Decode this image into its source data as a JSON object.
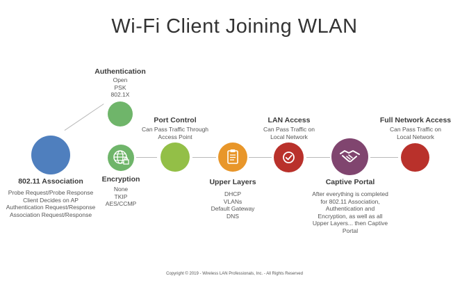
{
  "title": "Wi-Fi Client Joining WLAN",
  "colors": {
    "blue": "#4f7fbe",
    "green": "#6fb56a",
    "light_green": "#93bf47",
    "orange": "#e8962a",
    "red": "#b9312b",
    "purple": "#80456f",
    "line": "#b9b9b9"
  },
  "stages": {
    "association": {
      "heading": "802.11 Association",
      "lines": [
        "Probe Request/Probe Response",
        "Client Decides on AP",
        "Authentication Request/Response",
        "Association Request/Response"
      ]
    },
    "authentication": {
      "heading": "Authentication",
      "lines": [
        "Open",
        "PSK",
        "802.1X"
      ]
    },
    "encryption": {
      "heading": "Encryption",
      "icon": "globe-lock-icon",
      "lines": [
        "None",
        "TKIP",
        "AES/CCMP"
      ]
    },
    "port_control": {
      "heading": "Port Control",
      "lines": [
        "Can Pass Traffic Through",
        "Access Point"
      ]
    },
    "upper_layers": {
      "heading": "Upper Layers",
      "icon": "clipboard-icon",
      "lines": [
        "DHCP",
        "VLANs",
        "Default Gateway",
        "DNS"
      ]
    },
    "lan_access": {
      "heading": "LAN Access",
      "icon": "checkmark-icon",
      "lines": [
        "Can Pass Traffic on",
        "Local Network"
      ]
    },
    "captive_portal": {
      "heading": "Captive Portal",
      "icon": "handshake-icon",
      "lines": [
        "After everything is completed",
        "for 802.11 Association,",
        "Authentication and",
        "Encryption, as well as all",
        "Upper Layers... then Captive",
        "Portal"
      ]
    },
    "full_network_access": {
      "heading": "Full Network Access",
      "lines": [
        "Can Pass Traffic on",
        "Local Network"
      ]
    }
  },
  "footer": "Copyright © 2019 - Wireless LAN Professionals, Inc. - All Rights Reserved"
}
